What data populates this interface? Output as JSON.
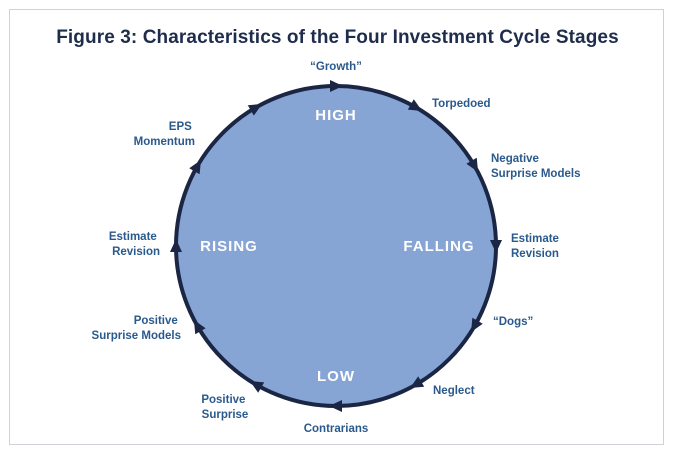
{
  "title": "Figure 3: Characteristics of the Four Investment Cycle Stages",
  "colors": {
    "title": "#1f2d4d",
    "circle_fill": "#86a5d4",
    "circle_stroke": "#1b2645",
    "label": "#2a5a8c",
    "stage_text": "#ffffff",
    "frame_border": "#cfd3d8"
  },
  "stages": {
    "high": "HIGH",
    "falling": "FALLING",
    "low": "LOW",
    "rising": "RISING"
  },
  "labels": {
    "growth": "“Growth”",
    "torpedoed": "Torpedoed",
    "negative_surprise": [
      "Negative",
      "Surprise Models"
    ],
    "estimate_revision_right": [
      "Estimate",
      "Revision"
    ],
    "dogs": "“Dogs”",
    "neglect": "Neglect",
    "contrarians": "Contrarians",
    "positive_surprise": [
      "Positive",
      "Surprise"
    ],
    "positive_surprise_models": [
      "Positive",
      "Surprise Models"
    ],
    "estimate_revision_left": [
      "Estimate",
      "Revision"
    ],
    "eps_momentum": [
      "EPS",
      "Momentum"
    ]
  },
  "arrow_icons": "triangle-arrowhead"
}
